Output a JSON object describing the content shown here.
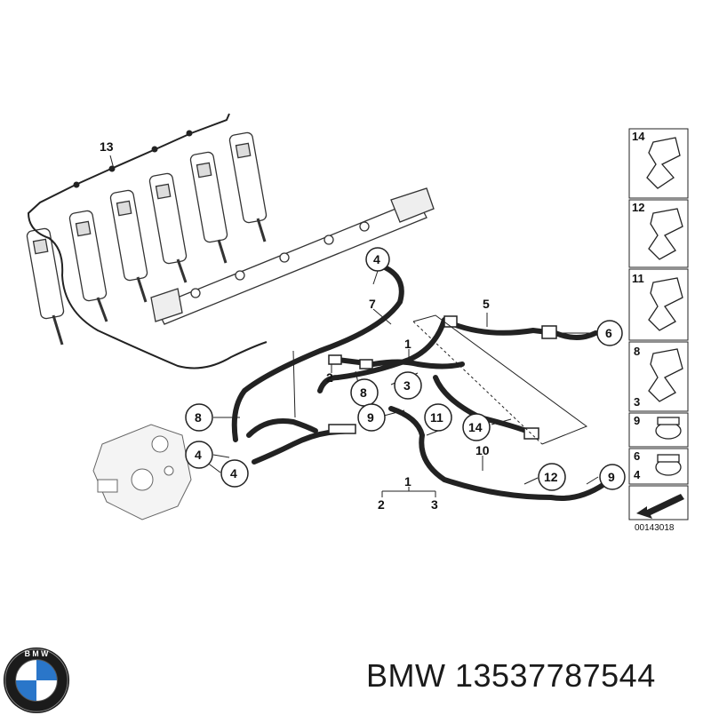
{
  "diagram": {
    "callouts": {
      "c13": "13",
      "c4_top": "4",
      "c7": "7",
      "c5": "5",
      "c6": "6",
      "c1": "1",
      "c2": "2",
      "c3": "3",
      "c8_left": "8",
      "c8_mid": "8",
      "c9_mid": "9",
      "c11": "11",
      "c14": "14",
      "c10": "10",
      "c12": "12",
      "c9_right": "9",
      "c4_left": "4",
      "c4_bottom": "4",
      "legend_1": "1",
      "legend_2": "2",
      "legend_3": "3"
    },
    "side_panel": {
      "p14": "14",
      "p12": "12",
      "p11": "11",
      "p8": "8",
      "p3": "3",
      "p9": "9",
      "p6": "6",
      "p4": "4"
    },
    "drawing_number": "00143018"
  },
  "footer": {
    "brand": "BMW",
    "part_number": "13537787544",
    "title": "BMW 13537787544"
  }
}
